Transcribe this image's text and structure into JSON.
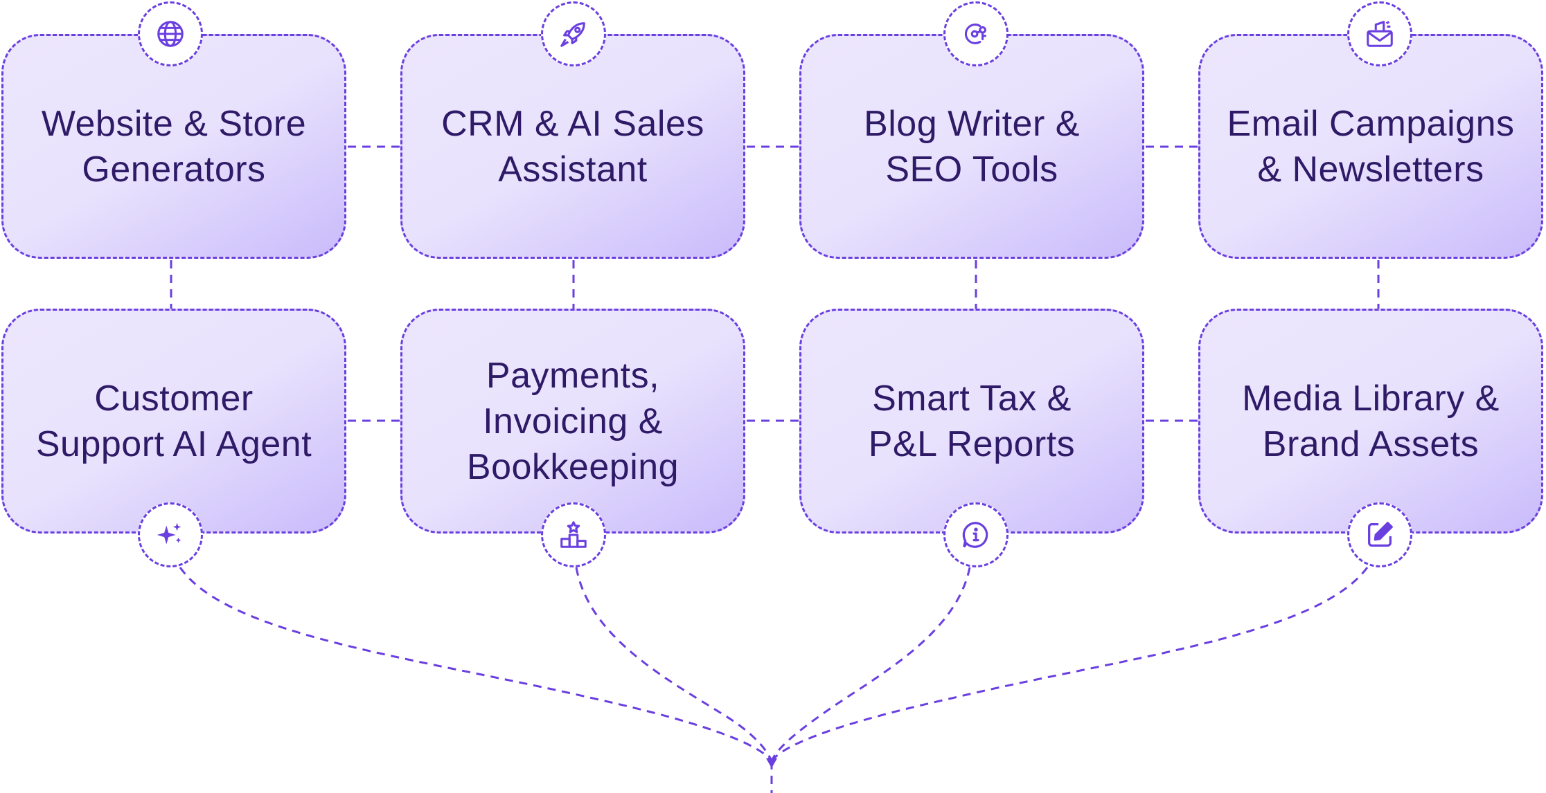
{
  "colors": {
    "accent": "#6a3fe0",
    "text": "#2e1a66",
    "card_fill": "#ebe5fd"
  },
  "cards": [
    {
      "label": "Website & Store\nGenerators",
      "icon": "globe-icon"
    },
    {
      "label": "CRM & AI Sales\nAssistant",
      "icon": "rocket-icon"
    },
    {
      "label": "Blog Writer &\nSEO Tools",
      "icon": "search-key-icon"
    },
    {
      "label": "Email Campaigns\n& Newsletters",
      "icon": "megaphone-mail-icon"
    },
    {
      "label": "Customer\nSupport AI Agent",
      "icon": "sparkle-icon"
    },
    {
      "label": "Payments,\nInvoicing &\nBookkeeping",
      "icon": "podium-icon"
    },
    {
      "label": "Smart Tax &\nP&L Reports",
      "icon": "info-chat-icon"
    },
    {
      "label": "Media Library &\nBrand Assets",
      "icon": "edit-icon"
    }
  ]
}
